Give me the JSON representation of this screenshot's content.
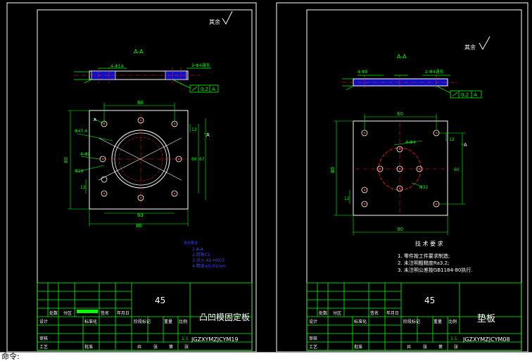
{
  "colors": {
    "background": "#000000",
    "frame": "#ffffff",
    "table": "#00ff00",
    "dim": "#00ff00",
    "part": "#ffffff",
    "center": "#ff2020",
    "section_fill": "#1010c0",
    "notes": "#4040ff",
    "title": "#ffffff"
  },
  "left_sheet": {
    "roughness": "其余",
    "section_label": "A-A",
    "dims": {
      "width_top": "60",
      "width_mid": "63",
      "width_total": "80",
      "height_total": "80",
      "height_right1": "12",
      "height_right2": "60",
      "height_right3": "67",
      "height_left": "12",
      "hole_dia": "Φ47.4",
      "holes": "4-Φ5",
      "chamfer": "Φ29",
      "sec_holes": "4-Φ14",
      "sec_thread": "2-Φ4通孔",
      "datum": "A",
      "flatness": "0.2",
      "datum_box": "A"
    },
    "notes_title": "技术要求",
    "notes": [
      "1.A-A",
      "2.倒角C1",
      "3.淬火 45-HRC0",
      "4.精度≤0.01mm"
    ],
    "title_block": {
      "material": "45",
      "part_name": "凸凹模固定板",
      "drawing_no": "JGZXYMZJCYM19",
      "scale": "1:1",
      "h_labels": [
        "处数",
        "分区"
      ],
      "row_labels": [
        "设计",
        "审核",
        "工艺"
      ],
      "row2": [
        "标准化",
        "批准"
      ],
      "row3": [
        "阶段标记",
        "重量",
        "比例"
      ],
      "bottom": [
        "共",
        "张",
        "第",
        "张"
      ],
      "mid": [
        "签名",
        "年月日"
      ]
    }
  },
  "right_sheet": {
    "roughness": "其余",
    "section_label": "A-A",
    "dims": {
      "width_top": "60",
      "width_total": "90",
      "height_total": "80",
      "height_right1": "12",
      "height_right2": "60",
      "height_left": "12",
      "holes": "4-Φ4",
      "circle": "Φ32",
      "sec_thread": "2-Φ4通孔",
      "sec_holes": "4-Φ8",
      "datum": "A",
      "flatness": "0.2",
      "datum_box": "A"
    },
    "notes_title": "技 术 要 求",
    "notes": [
      "1. 零件按工件要求制造;",
      "2. 未注明粗糙度Ra3.2;",
      "3. 未注明公差按GB1184-80执行."
    ],
    "title_block": {
      "material": "45",
      "part_name": "垫板",
      "drawing_no": "JGZXYMZJCYM08",
      "scale": "1:1",
      "h_labels": [
        "处数",
        "分区"
      ],
      "row_labels": [
        "设计",
        "审核",
        "工艺"
      ],
      "row2": [
        "标准化",
        "批准"
      ],
      "row3": [
        "阶段标记",
        "重量",
        "比例"
      ],
      "bottom": [
        "共",
        "张",
        "第",
        "张"
      ],
      "mid": [
        "签名",
        "年月日"
      ]
    }
  },
  "status": {
    "text": "命令:"
  }
}
